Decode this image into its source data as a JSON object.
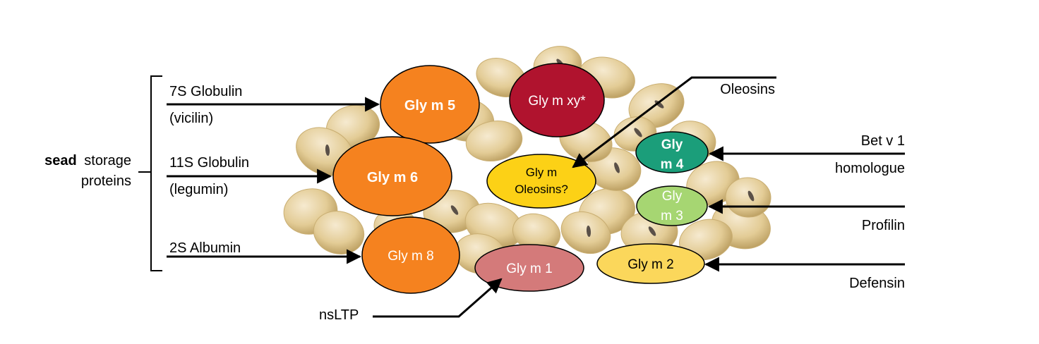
{
  "left_group": {
    "bracket_label_bold": "sead",
    "bracket_label_rest": "storage",
    "bracket_label_line2": "proteins",
    "items": [
      {
        "label": "7S Globulin",
        "sublabel": "(vicilin)"
      },
      {
        "label": "11S Globulin",
        "sublabel": "(legumin)"
      },
      {
        "label": "2S Albumin"
      }
    ]
  },
  "right_labels": {
    "oleosins": "Oleosins",
    "bet_v1_line1": "Bet v 1",
    "bet_v1_line2": "homologue",
    "profilin": "Profilin",
    "defensin": "Defensin",
    "nsltp": "nsLTP"
  },
  "allergens": {
    "gly_m5": {
      "label": "Gly m 5",
      "color": "#f5821f"
    },
    "gly_m6": {
      "label": "Gly m 6",
      "color": "#f5821f"
    },
    "gly_m8": {
      "label": "Gly m 8",
      "color": "#f5821f"
    },
    "gly_m_xy": {
      "label": "Gly m xy*",
      "color": "#b0132e"
    },
    "gly_m_oleosins": {
      "line1": "Gly m",
      "line2": "Oleosins?",
      "color": "#fcd116"
    },
    "gly_m4": {
      "line1": "Gly",
      "line2": "m 4",
      "color": "#1b9e7a"
    },
    "gly_m3": {
      "line1": "Gly",
      "line2": "m 3",
      "color": "#a6d672"
    },
    "gly_m1": {
      "label": "Gly m 1",
      "color": "#d47a7a"
    },
    "gly_m2": {
      "label": "Gly m 2",
      "color": "#fbd75b"
    }
  },
  "colors": {
    "bean": "#e6d2a0",
    "bean_dark": "#c9ae72",
    "hilum": "#5a5048",
    "line": "#000000"
  }
}
